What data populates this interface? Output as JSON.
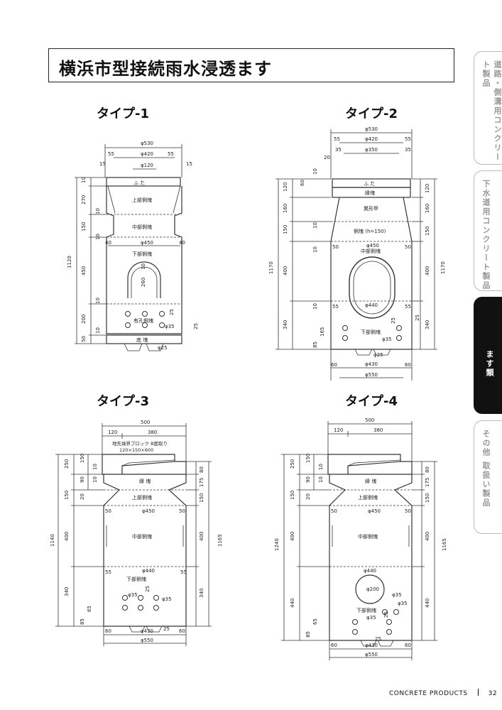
{
  "title": "横浜市型接続雨水浸透ます",
  "types": [
    "タイプ-1",
    "タイプ-2",
    "タイプ-3",
    "タイプ-4"
  ],
  "side_tabs": [
    {
      "label": "道路・側溝用コンクリート製品",
      "active": false
    },
    {
      "label": "下水道用コンクリート製品",
      "active": false
    },
    {
      "label": "ます類",
      "active": true
    },
    {
      "label": "その他 取扱い製品",
      "active": false
    }
  ],
  "footer": {
    "brand": "CONCRETE PRODUCTS",
    "page": "32"
  },
  "diagrams": {
    "t1": {
      "dims_top": [
        "φ530",
        "φ420",
        "φ120",
        "55",
        "55",
        "15",
        "15"
      ],
      "dims_left": [
        "10",
        "270",
        "10",
        "150",
        "10",
        "450",
        "10",
        "200",
        "10",
        "50"
      ],
      "dim_total": "1120",
      "parts": [
        "ふ た",
        "上部側塊",
        "中部側塊",
        "下部側塊",
        "有孔側塊",
        "底 塊"
      ],
      "inner": [
        "φ450",
        "40",
        "40",
        "260",
        "10",
        "φ35",
        "25",
        "25",
        "φ25"
      ]
    },
    "t2": {
      "dims_top": [
        "φ530",
        "55",
        "55",
        "φ420",
        "35",
        "35",
        "20",
        "φ350"
      ],
      "dims_left": [
        "10",
        "60",
        "120",
        "160",
        "10",
        "150",
        "10",
        "400",
        "10",
        "340",
        "85",
        "165"
      ],
      "dims_right": [
        "120",
        "160",
        "150",
        "400",
        "340"
      ],
      "dim_total_left": "1170",
      "dim_total_right": "1170",
      "parts": [
        "ふ た",
        "縁塊",
        "異形甲",
        "側塊 (h=150)",
        "中部側塊",
        "下部側塊"
      ],
      "inner": [
        "φ450",
        "50",
        "50",
        "φ440",
        "55",
        "55",
        "φ35",
        "25",
        "25",
        "φ25",
        "φ430"
      ],
      "dims_bottom": [
        "60",
        "60",
        "φ550"
      ]
    },
    "t3": {
      "dims_top": [
        "500",
        "120",
        "380"
      ],
      "note": "地先境界ブロック B面取り",
      "note2": "120×150×600",
      "dims_left": [
        "250",
        "150",
        "10",
        "90",
        "10",
        "150",
        "20",
        "400",
        "340",
        "65",
        "85"
      ],
      "dims_right": [
        "80",
        "175",
        "150",
        "400",
        "340"
      ],
      "dim_total_left": "1140",
      "dim_total_right": "1165",
      "parts": [
        "縁 塊",
        "上部側塊",
        "中部側塊",
        "下部側塊"
      ],
      "inner": [
        "φ450",
        "50",
        "50",
        "φ440",
        "55",
        "55",
        "25",
        "φ35",
        "φ35",
        "25"
      ],
      "dims_bottom": [
        "60",
        "60",
        "φ430",
        "φ550"
      ]
    },
    "t4": {
      "dims_top": [
        "500",
        "120",
        "380"
      ],
      "dims_left": [
        "250",
        "150",
        "10",
        "90",
        "10",
        "150",
        "20",
        "400",
        "440",
        "65",
        "85"
      ],
      "dims_right": [
        "80",
        "175",
        "150",
        "400",
        "440"
      ],
      "dim_total_left": "1240",
      "dim_total_right": "1165",
      "parts": [
        "縁 塊",
        "上部側塊",
        "中部側塊",
        "下部側塊"
      ],
      "inner": [
        "φ450",
        "50",
        "50",
        "φ440",
        "φ200",
        "φ35",
        "φ35",
        "25",
        "φ35",
        "25"
      ],
      "dims_bottom": [
        "60",
        "60",
        "φ430",
        "φ550"
      ]
    }
  }
}
